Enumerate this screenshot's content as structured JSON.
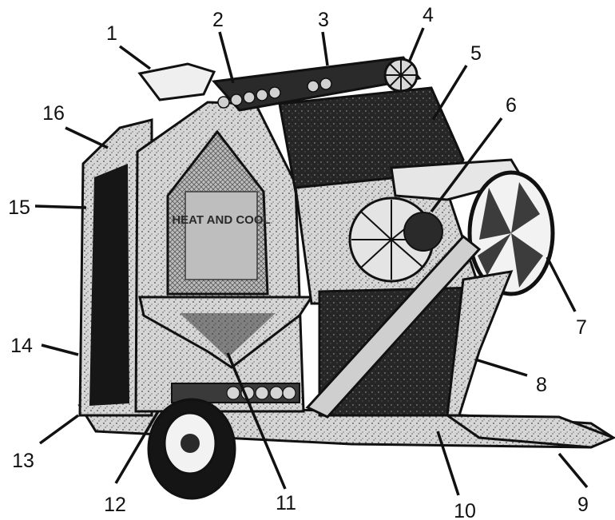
{
  "figure": {
    "panel_text": "HEAT AND COOL",
    "colors": {
      "ink": "#111111",
      "dark": "#1c1c1c",
      "mid": "#7a7a7a",
      "light": "#d9d9d9",
      "paper": "#ffffff"
    },
    "callouts": [
      {
        "id": "1",
        "label": "1"
      },
      {
        "id": "2",
        "label": "2"
      },
      {
        "id": "3",
        "label": "3"
      },
      {
        "id": "4",
        "label": "4"
      },
      {
        "id": "5",
        "label": "5"
      },
      {
        "id": "6",
        "label": "6"
      },
      {
        "id": "7",
        "label": "7"
      },
      {
        "id": "8",
        "label": "8"
      },
      {
        "id": "9",
        "label": "9"
      },
      {
        "id": "10",
        "label": "10"
      },
      {
        "id": "11",
        "label": "11"
      },
      {
        "id": "12",
        "label": "12"
      },
      {
        "id": "13",
        "label": "13"
      },
      {
        "id": "14",
        "label": "14"
      },
      {
        "id": "15",
        "label": "15"
      },
      {
        "id": "16",
        "label": "16"
      }
    ]
  }
}
